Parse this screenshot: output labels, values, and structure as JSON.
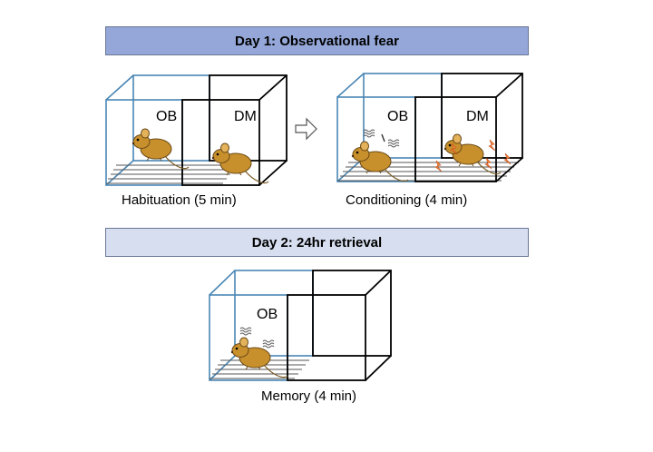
{
  "day1": {
    "title": "Day 1: Observational fear"
  },
  "day2": {
    "title": "Day 2: 24hr retrieval"
  },
  "panels": {
    "habituation": {
      "caption": "Habituation (5 min)",
      "left_label": "OB",
      "right_label": "DM"
    },
    "conditioning": {
      "caption": "Conditioning (4 min)",
      "left_label": "OB",
      "right_label": "DM"
    },
    "memory": {
      "caption": "Memory (4 min)",
      "left_label": "OB"
    }
  },
  "colors": {
    "observer_box": "#4a86b4",
    "demonstrator_box": "#000000",
    "mouse_fill": "#c8902c",
    "shock": "#f08a3c",
    "day1_banner": "#94a7d8",
    "day2_banner": "#d6deef"
  },
  "icons": [
    "arrow-right-icon",
    "mouse-icon",
    "shock-icon",
    "distress-icon"
  ]
}
